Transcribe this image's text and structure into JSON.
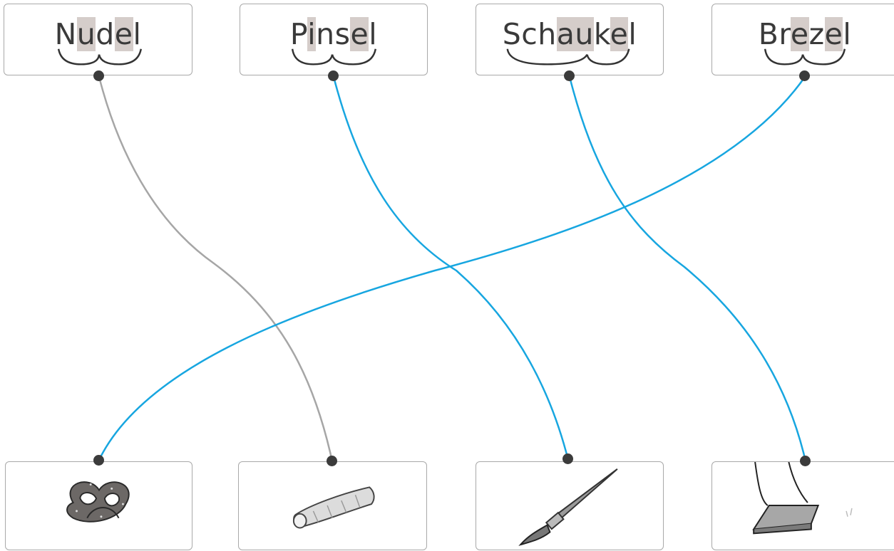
{
  "words": [
    {
      "id": "nudel",
      "parts": [
        {
          "t": "N",
          "h": false
        },
        {
          "t": "u",
          "h": true
        },
        {
          "t": "d",
          "h": false
        },
        {
          "t": "e",
          "h": true
        },
        {
          "t": "l",
          "h": false
        }
      ]
    },
    {
      "id": "pinsel",
      "parts": [
        {
          "t": "P",
          "h": false
        },
        {
          "t": "i",
          "h": true
        },
        {
          "t": "ns",
          "h": false
        },
        {
          "t": "e",
          "h": true
        },
        {
          "t": "l",
          "h": false
        }
      ]
    },
    {
      "id": "schaukel",
      "parts": [
        {
          "t": "Sch",
          "h": false
        },
        {
          "t": "au",
          "h": true
        },
        {
          "t": "k",
          "h": false
        },
        {
          "t": "e",
          "h": true
        },
        {
          "t": "l",
          "h": false
        }
      ]
    },
    {
      "id": "brezel",
      "parts": [
        {
          "t": "Br",
          "h": false
        },
        {
          "t": "e",
          "h": true
        },
        {
          "t": "z",
          "h": false
        },
        {
          "t": "e",
          "h": true
        },
        {
          "t": "l",
          "h": false
        }
      ]
    }
  ],
  "pictures": [
    {
      "icon": "pretzel-icon"
    },
    {
      "icon": "noodle-icon"
    },
    {
      "icon": "brush-icon"
    },
    {
      "icon": "swing-icon"
    }
  ],
  "connections": [
    {
      "from": "Nudel",
      "to": "noodle-icon",
      "color": "#a6a6a6"
    },
    {
      "from": "Pinsel",
      "to": "brush-icon",
      "color": "#17a6e0"
    },
    {
      "from": "Schaukel",
      "to": "swing-icon",
      "color": "#17a6e0"
    },
    {
      "from": "Brezel",
      "to": "pretzel-icon",
      "color": "#17a6e0"
    }
  ],
  "colors": {
    "correct_line": "#17a6e0",
    "pending_line": "#a6a6a6",
    "highlight": "#d5cdca",
    "dot": "#3b3b3b"
  }
}
